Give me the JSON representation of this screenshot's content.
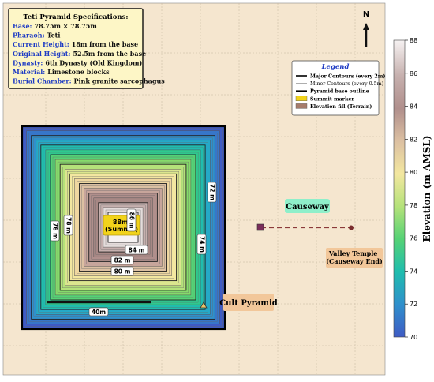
{
  "specs": {
    "title": "Teti Pyramid Specifications:",
    "rows": [
      {
        "key": "Base:",
        "value": "78.75m × 78.75m"
      },
      {
        "key": "Pharaoh:",
        "value": "Teti"
      },
      {
        "key": "Current Height:",
        "value": "18m from the base"
      },
      {
        "key": "Original Height:",
        "value": "52.5m from the base"
      },
      {
        "key": "Dynasty:",
        "value": "6th Dynasty (Old Kingdom)"
      },
      {
        "key": "Material:",
        "value": "Limestone blocks"
      },
      {
        "key": "Burial Chamber:",
        "value": "Pink granite sarcophagus"
      }
    ]
  },
  "north": "N",
  "legend": {
    "title": "Legend",
    "items": [
      {
        "label": "Major Contours (every 2m)",
        "kind": "line-thick",
        "color": "#000000"
      },
      {
        "label": "Minor Contours (every 0.5m)",
        "kind": "line-thin",
        "color": "#999999"
      },
      {
        "label": "Pyramid base outline",
        "kind": "line-thick",
        "color": "#000000"
      },
      {
        "label": "Summit marker",
        "kind": "patch",
        "color": "#f2d31b"
      },
      {
        "label": "Elevation fill (Terrain)",
        "kind": "patch",
        "color": "#a67c6c"
      }
    ]
  },
  "contour_labels": [
    {
      "text": "88m\n(Summit)",
      "anchor": "summit"
    },
    {
      "text": "86 m"
    },
    {
      "text": "84 m"
    },
    {
      "text": "82 m"
    },
    {
      "text": "80 m"
    },
    {
      "text": "78 m"
    },
    {
      "text": "76 m"
    },
    {
      "text": "74 m"
    },
    {
      "text": "72 m"
    }
  ],
  "annotations": {
    "causeway": "Causeway",
    "valley_temple": "Valley Temple\n(Causeway End)",
    "cult_pyramid": "Cult Pyramid",
    "scale_bar": "40m"
  },
  "colorbar": {
    "label": "Elevation (m AMSL)",
    "ticks": [
      "70",
      "72",
      "74",
      "76",
      "78",
      "80",
      "82",
      "84",
      "86",
      "88"
    ],
    "min": 70,
    "max": 88
  },
  "colors": {
    "background": "#f5e6cf",
    "grid": "#c4b49e",
    "causeway_line": "#8b3a3a",
    "specs_key": "#1f3cc4",
    "legend_title": "#1f3cc4"
  },
  "pyramid_layers": [
    {
      "elev": 70,
      "color": "#3f5bc4"
    },
    {
      "elev": 71,
      "color": "#3776c9"
    },
    {
      "elev": 72,
      "color": "#2f90cc"
    },
    {
      "elev": 73,
      "color": "#25a9c7"
    },
    {
      "elev": 74,
      "color": "#1fbdae"
    },
    {
      "elev": 75,
      "color": "#2ec98f"
    },
    {
      "elev": 76,
      "color": "#55d275"
    },
    {
      "elev": 77,
      "color": "#86da6b"
    },
    {
      "elev": 78,
      "color": "#b5e27a"
    },
    {
      "elev": 79,
      "color": "#dbe68e"
    },
    {
      "elev": 80,
      "color": "#f3e7a0"
    },
    {
      "elev": 81,
      "color": "#efd7a0"
    },
    {
      "elev": 82,
      "color": "#dcc0a2"
    },
    {
      "elev": 83,
      "color": "#c7a59b"
    },
    {
      "elev": 84,
      "color": "#b08f8c"
    },
    {
      "elev": 85,
      "color": "#a78885"
    },
    {
      "elev": 86,
      "color": "#c6b0ae"
    },
    {
      "elev": 87,
      "color": "#e4dcdb"
    },
    {
      "elev": 88,
      "color": "#f6f2f2"
    }
  ]
}
